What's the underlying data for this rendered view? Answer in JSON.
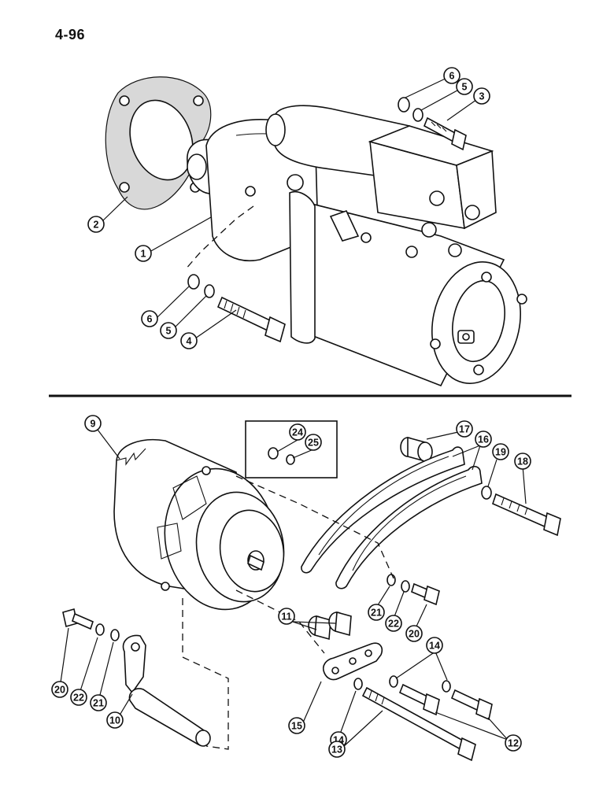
{
  "page": {
    "number": "4-96"
  },
  "callouts": {
    "starter": [
      "6",
      "5",
      "3",
      "2",
      "1",
      "6",
      "5",
      "4"
    ],
    "alternator": [
      "9",
      "24",
      "25",
      "17",
      "16",
      "19",
      "18",
      "11",
      "21",
      "22",
      "20",
      "20",
      "22",
      "21",
      "10",
      "15",
      "14",
      "13",
      "14",
      "12"
    ]
  }
}
